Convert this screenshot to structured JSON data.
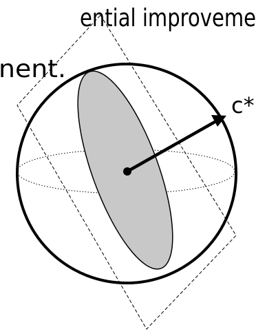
{
  "slide_text": {
    "line1": "ential improveme",
    "line2": "nent."
  },
  "diagram": {
    "vector_label": "c*",
    "colors": {
      "stroke": "#000000",
      "disk_fill": "#c8c8c8",
      "background": "#ffffff"
    }
  }
}
